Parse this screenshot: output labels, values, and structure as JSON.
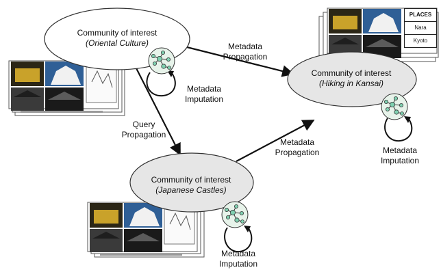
{
  "communities": {
    "oriental": {
      "title": "Community of interest",
      "topic": "(Oriental Culture)"
    },
    "hiking": {
      "title": "Community of interest",
      "topic": "(Hiking in Kansai)"
    },
    "castles": {
      "title": "Community of interest",
      "topic": "(Japanese  Castles)"
    }
  },
  "edges": {
    "propagation_top": [
      "Metadata",
      "Propagation"
    ],
    "propagation_mid": [
      "Metadata",
      "Propagation"
    ],
    "query": [
      "Query",
      "Propagation"
    ]
  },
  "imputation": {
    "oriental": [
      "Metadata",
      "Imputation"
    ],
    "hiking": [
      "Metadata",
      "Imputation"
    ],
    "castles": [
      "Metadata",
      "Imputation"
    ]
  },
  "places": {
    "header": "PLACES",
    "items": [
      "Nara",
      "Kyoto"
    ]
  },
  "colors": {
    "ellipse_fill_shaded": "#e6e6e6",
    "network_node": "#7fd0b0",
    "network_badge": "#e7f3ea"
  }
}
